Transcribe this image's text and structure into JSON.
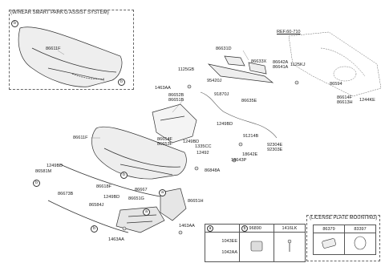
{
  "box_smart_park": {
    "title": "(W/REAR SMART PARK'G ASSIST SYSTEM)",
    "circle": "b",
    "circle_b2": "b",
    "part": "86611F"
  },
  "ref": "REF.60-710",
  "parts": {
    "p86631D": "86631D",
    "p86633X": "86633X",
    "p86642A": "86642A",
    "p86641A": "86641A",
    "p1125KJ": "1125KJ",
    "p1125GB": "1125GB",
    "p95420J": "95420J",
    "p91870J": "91870J",
    "p86635E": "86635E",
    "p86594": "86594",
    "p86614F": "86614F",
    "p86613H": "86613H",
    "p1244KE": "1244KE",
    "p1463AA_a": "1463AA",
    "p86652B": "86652B",
    "p86651B": "86651B",
    "p1249BD_a": "1249BD",
    "p91214B": "91214B",
    "p92304E": "92304E",
    "p92303E": "92303E",
    "p18642E": "18642E",
    "p18643P": "18643P",
    "p86654F": "86654F",
    "p86653F": "86653F",
    "p1249BD_b": "1249BD",
    "p1335CC": "1335CC",
    "p12492": "12492",
    "p86611F": "86611F",
    "p86848A": "86848A",
    "p1249BD_c": "1249BD",
    "p86581M": "86581M",
    "p86618F": "86618F",
    "p86667": "86667",
    "p86673B": "86673B",
    "p1249BD_d": "1249BD",
    "p86651G": "86651G",
    "p86651H": "86651H",
    "p86584J": "86584J",
    "p1463AA_b": "1463AA",
    "p1463AA_c": "1463AA"
  },
  "circles": {
    "a1": "a",
    "a2": "a",
    "b1": "b",
    "b2": "b",
    "b3": "b"
  },
  "legend": {
    "a_label": "a",
    "a_parts": [
      "1043EE",
      "1042AA"
    ],
    "b_label": "b",
    "b_col1": "96890",
    "b_col2": "1416LK"
  },
  "license_box": {
    "title": "(LICENSE PLATE MOUNTING)",
    "col1": "86379",
    "col2": "83397"
  }
}
